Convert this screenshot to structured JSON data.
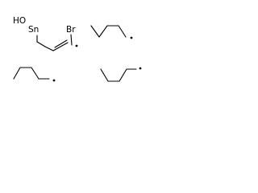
{
  "molecule": {
    "atoms": {
      "ho_label": "HO",
      "sn_label": "Sn",
      "br_label": "Br"
    }
  }
}
